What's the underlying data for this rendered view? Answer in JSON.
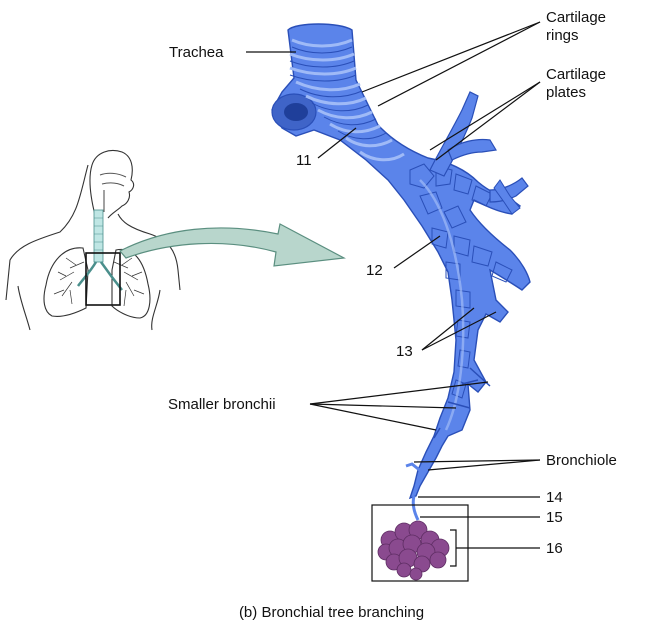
{
  "labels": {
    "trachea": "Trachea",
    "cartilage_rings_1": "Cartilage",
    "cartilage_rings_2": "rings",
    "cartilage_plates_1": "Cartilage",
    "cartilage_plates_2": "plates",
    "n11": "11",
    "n12": "12",
    "n13": "13",
    "smaller_bronchii": "Smaller bronchii",
    "bronchiole": "Bronchiole",
    "n14": "14",
    "n15": "15",
    "n16": "16"
  },
  "caption": "(b) Bronchial tree branching",
  "colors": {
    "airway_fill": "#5b84ea",
    "airway_light": "#9fbaf7",
    "airway_dark": "#2a4fb8",
    "alveoli": "#8a4a8f",
    "arrow_fill": "#b8d6cc",
    "arrow_stroke": "#5b8f80",
    "line": "#111111"
  }
}
